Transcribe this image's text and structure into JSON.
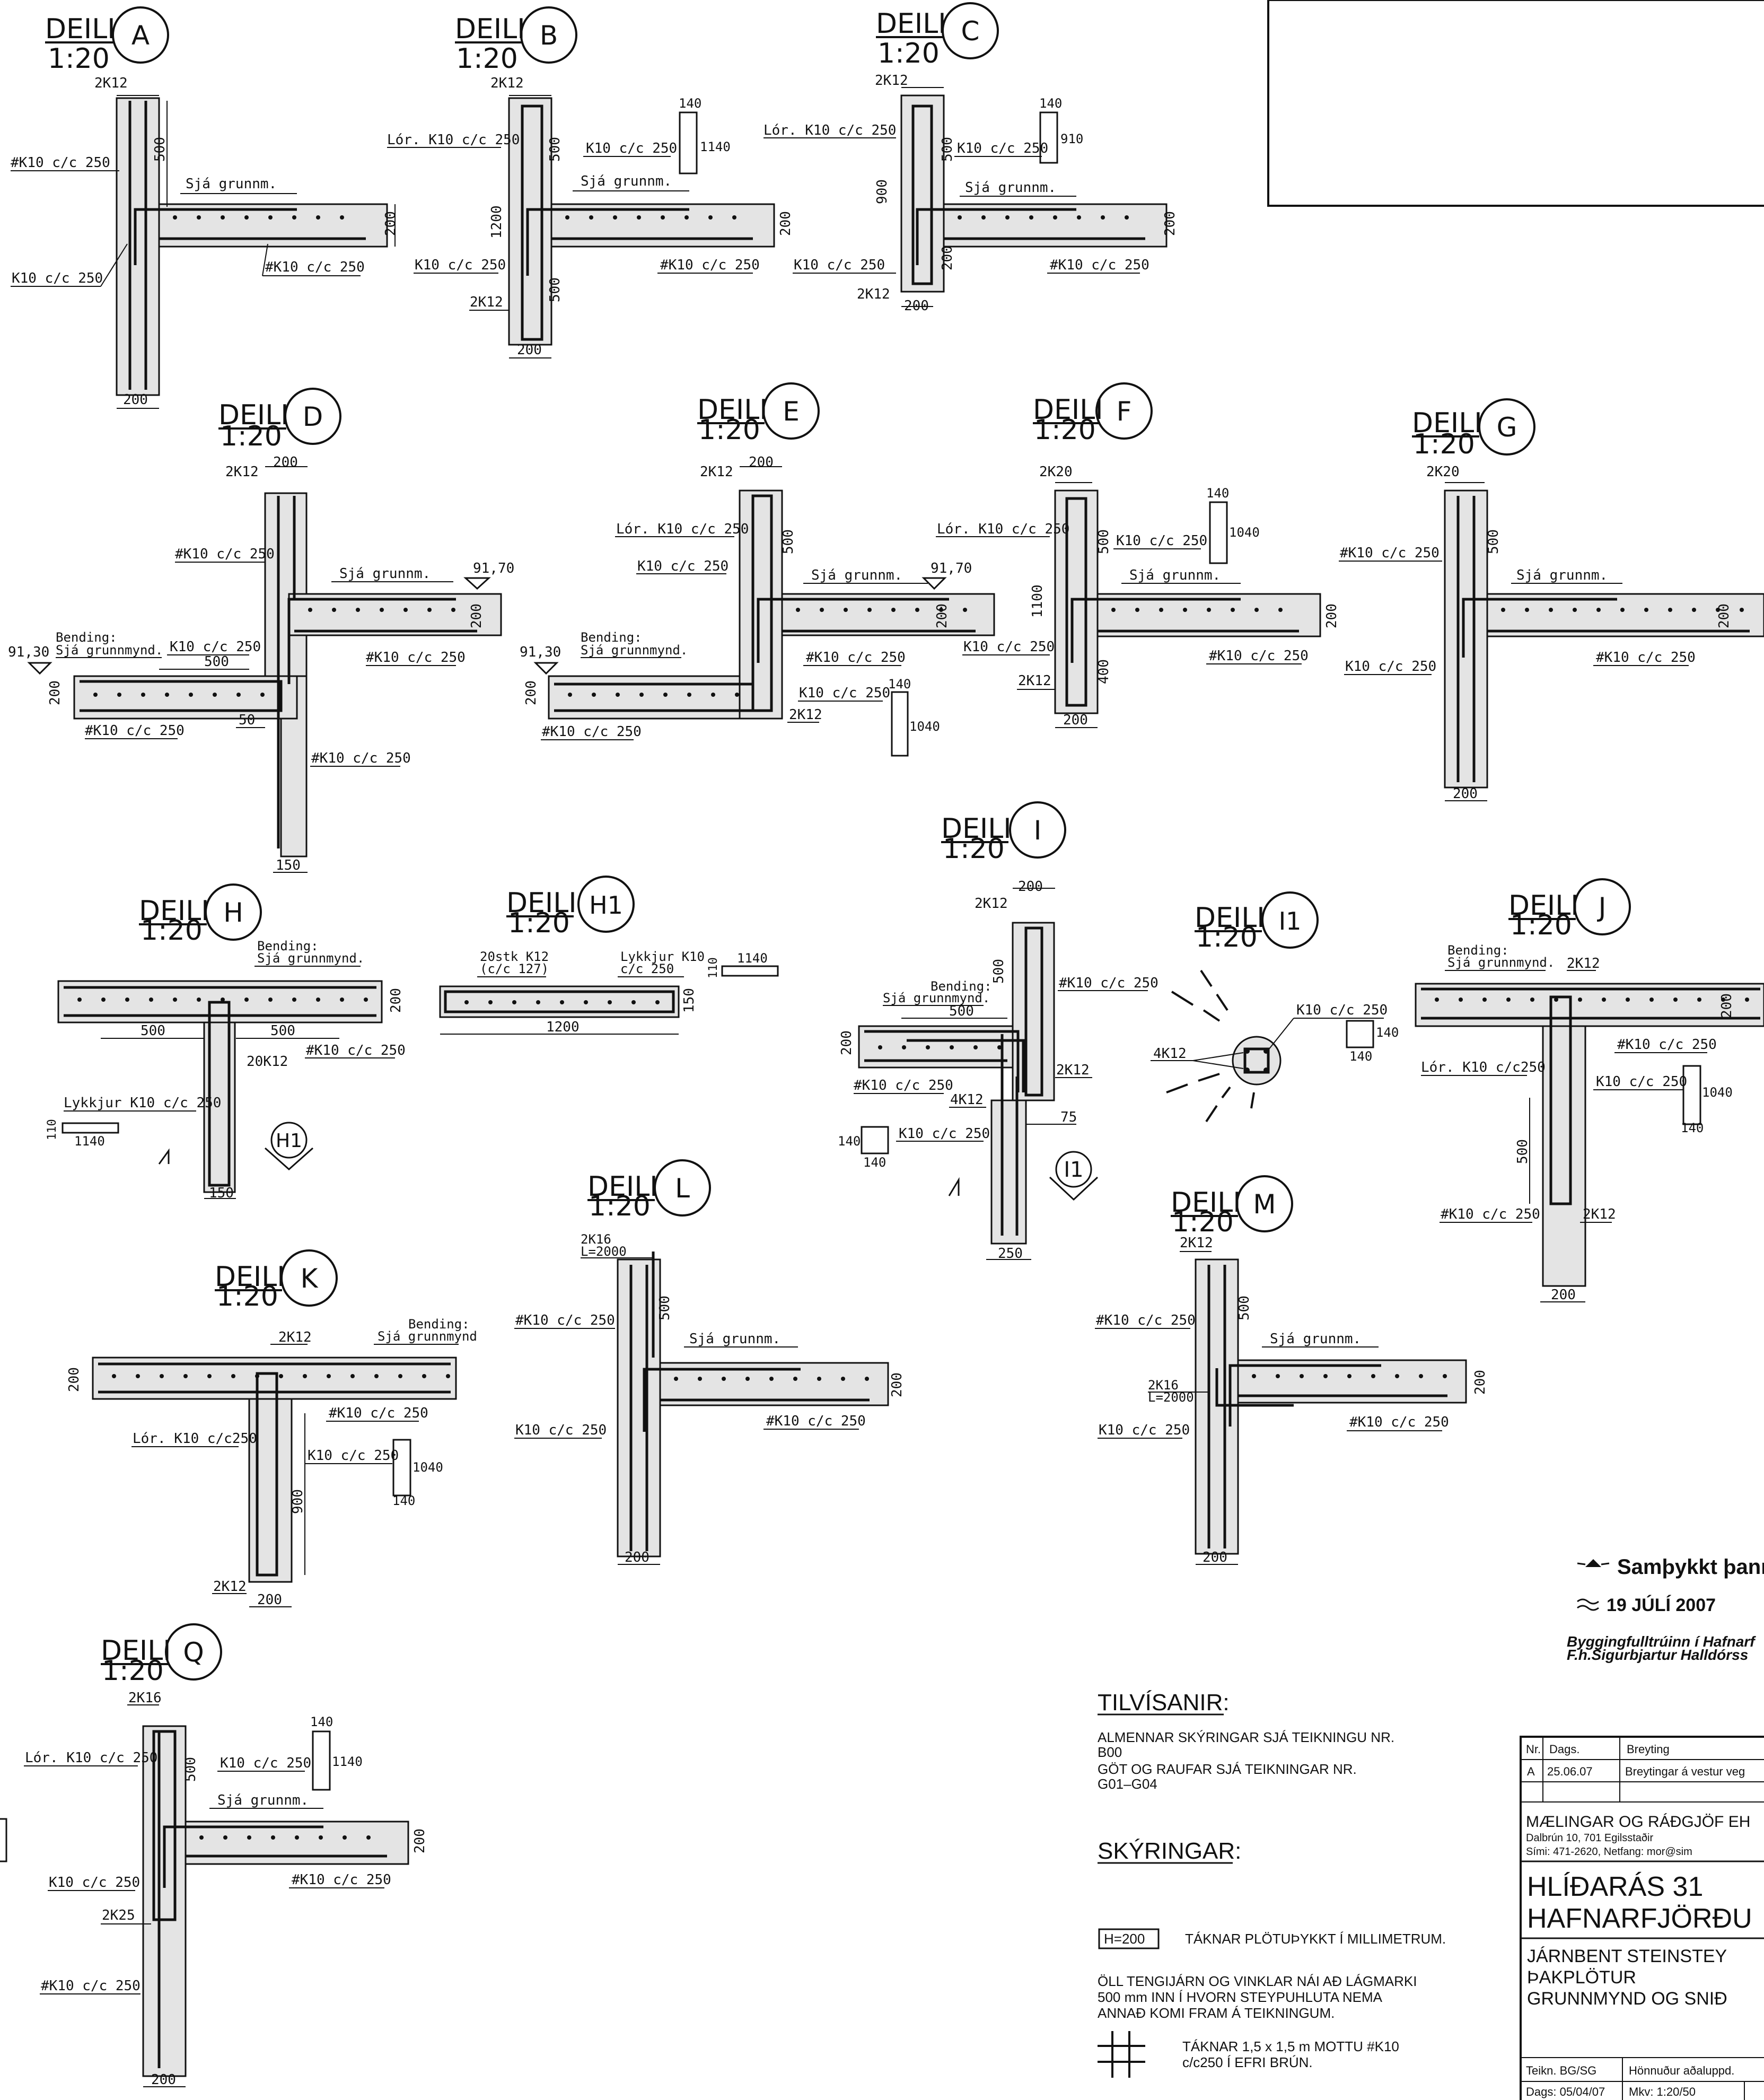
{
  "details": [
    {
      "id": "A",
      "word": "DEILI",
      "scale": "1:20",
      "labels": [
        "2K12",
        "#K10 c/c 250",
        "K10 c/c 250",
        "500",
        "Sjá grunnm.",
        "200",
        "#K10 c/c 250",
        "200"
      ]
    },
    {
      "id": "B",
      "word": "DEILI",
      "scale": "1:20",
      "labels": [
        "2K12",
        "Lór. K10 c/c 250",
        "K10 c/c 250",
        "500",
        "1200",
        "Sjá grunnm.",
        "200",
        "K10 c/c 250",
        "#K10 c/c 250",
        "500",
        "2K12",
        "200",
        "140",
        "1140"
      ]
    },
    {
      "id": "C",
      "word": "DEILI",
      "scale": "1:20",
      "labels": [
        "2K12",
        "Lór. K10 c/c 250",
        "K10 c/c 250",
        "500",
        "900",
        "Sjá grunnm.",
        "200",
        "K10 c/c 250",
        "#K10 c/c 250",
        "2K12",
        "200",
        "200",
        "140",
        "910"
      ]
    },
    {
      "id": "D",
      "word": "DEILI",
      "scale": "1:20",
      "labels": [
        "2K12",
        "200",
        "#K10 c/c 250",
        "Sjá grunnm.",
        "91,70",
        "200",
        "Bending:",
        "Sjá grunnmynd.",
        "K10 c/c 250",
        "500",
        "91,30",
        "200",
        "#K10 c/c 250",
        "#K10 c/c 250",
        "50",
        "#K10 c/c 250",
        "150"
      ]
    },
    {
      "id": "E",
      "word": "DEILI",
      "scale": "1:20",
      "labels": [
        "2K12",
        "200",
        "Lór. K10 c/c 250",
        "K10 c/c 250",
        "500",
        "Sjá grunnm.",
        "91,70",
        "200",
        "Bending:",
        "Sjá grunnmynd.",
        "91,30",
        "200",
        "#K10 c/c 250",
        "K10 c/c 250",
        "#K10 c/c 250",
        "2K12",
        "140",
        "1040"
      ]
    },
    {
      "id": "F",
      "word": "DEILI",
      "scale": "1:20",
      "labels": [
        "2K20",
        "Lór. K10 c/c 250",
        "K10 c/c 250",
        "500",
        "1100",
        "Sjá grunnm.",
        "200",
        "K10 c/c 250",
        "#K10 c/c 250",
        "400",
        "2K12",
        "200",
        "140",
        "1040"
      ]
    },
    {
      "id": "G",
      "word": "DEILI",
      "scale": "1:20",
      "labels": [
        "2K20",
        "#K10 c/c 250",
        "500",
        "Sjá grunnm.",
        "200",
        "K10 c/c 250",
        "#K10 c/c 250",
        "200"
      ]
    },
    {
      "id": "H",
      "word": "DEILI",
      "scale": "1:20",
      "labels": [
        "Bending:",
        "Sjá grunnmynd.",
        "200",
        "500",
        "500",
        "20K12",
        "#K10 c/c 250",
        "Lykkjur K10 c/c 250",
        "110",
        "1140",
        "150",
        "H1"
      ]
    },
    {
      "id": "H1",
      "word": "DEILI",
      "scale": "1:20",
      "labels": [
        "20stk K12",
        "(c/c 127)",
        "Lykkjur K10",
        "c/c 250",
        "1140",
        "110",
        "150",
        "1200"
      ]
    },
    {
      "id": "I",
      "word": "DEILI",
      "scale": "1:20",
      "labels": [
        "2K12",
        "200",
        "500",
        "#K10 c/c 250",
        "Bending:",
        "Sjá grunnmynd.",
        "500",
        "200",
        "2K12",
        "#K10 c/c 250",
        "4K12",
        "75",
        "140",
        "K10 c/c 250",
        "140",
        "250",
        "I1"
      ]
    },
    {
      "id": "I1",
      "word": "DEILI",
      "scale": "1:20",
      "labels": [
        "K10 c/c 250",
        "4K12",
        "140",
        "140"
      ]
    },
    {
      "id": "J",
      "word": "DEILI",
      "scale": "1:20",
      "labels": [
        "Bending:",
        "Sjá grunnmynd.",
        "2K12",
        "200",
        "#K10 c/c 250",
        "Lór. K10 c/c250",
        "K10 c/c 250",
        "1040",
        "140",
        "500",
        "#K10 c/c 250",
        "2K12",
        "200"
      ]
    },
    {
      "id": "K",
      "word": "DEILI",
      "scale": "1:20",
      "labels": [
        "Bending:",
        "Sjá grunnmynd",
        "2K12",
        "200",
        "#K10 c/c 250",
        "Lór. K10 c/c250",
        "K10 c/c 250",
        "1040",
        "140",
        "900",
        "2K12",
        "200"
      ]
    },
    {
      "id": "L",
      "word": "DEILI",
      "scale": "1:20",
      "labels": [
        "2K16",
        "L=2000",
        "#K10 c/c 250",
        "500",
        "Sjá grunnm.",
        "200",
        "K10 c/c 250",
        "#K10 c/c 250",
        "200"
      ]
    },
    {
      "id": "M",
      "word": "DEILI",
      "scale": "1:20",
      "labels": [
        "2K12",
        "#K10 c/c 250",
        "500",
        "Sjá grunnm.",
        "2K16",
        "L=2000",
        "200",
        "K10 c/c 250",
        "#K10 c/c 250",
        "200"
      ]
    },
    {
      "id": "Q",
      "word": "DEILI",
      "scale": "1:20",
      "labels": [
        "2K16",
        "140",
        "Lór. K10 c/c 250",
        "K10 c/c 250",
        "1140",
        "500",
        "Sjá grunnm.",
        "200",
        "K10 c/c 250",
        "#K10 c/c 250",
        "2K25",
        "#K10 c/c 250",
        "200"
      ]
    }
  ],
  "notes": {
    "tilvisanir_heading": "TILVÍSANIR:",
    "tilvisanir_lines": [
      "ALMENNAR SKÝRINGAR SJÁ TEIKNINGU NR.",
      "B00",
      "GÖT OG RAUFAR SJÁ TEIKNINGAR NR.",
      "G01–G04"
    ],
    "skyringar_heading": "SKÝRINGAR:",
    "h_symbol": "H=200",
    "h_text": "TÁKNAR PLÖTUÞYKKT Í MILLIMETRUM.",
    "tengi_lines": [
      "ÖLL TENGIJÁRN OG VINKLAR NÁI AÐ LÁGMARKI",
      "500 mm INN Í HVORN STEYPUHLUTA NEMA",
      "ANNAÐ KOMI FRAM Á TEIKNINGUM."
    ],
    "mesh_lines": [
      "TÁKNAR 1,5 x 1,5 m MOTTU #K10",
      "c/c250 Í EFRI BRÚN."
    ]
  },
  "stamp": {
    "line1": "Samþykkt þann",
    "date": "19 JÚLÍ 2007",
    "line2": "Byggingfulltrúinn í Hafnarf",
    "line3": "F.h.Sigurbjartur Halldórss"
  },
  "title_block": {
    "rev_headers": [
      "Nr.",
      "Dags.",
      "Breyting"
    ],
    "rev_rows": [
      [
        "A",
        "25.06.07",
        "Breytingar á vestur veg"
      ]
    ],
    "company": "MÆLINGAR OG RÁÐGJÖF EH",
    "address": "Dalbrún 10, 701 Egilsstaðir",
    "contact": "Sími: 471-2620,    Netfang: mor@sim",
    "project1": "HLÍÐARÁS 31",
    "project2": "HAFNARFJÖRÐU",
    "drawing1": "JÁRNBENT STEINSTEY",
    "drawing2": "ÞAKPLÖTUR",
    "drawing3": "GRUNNMYND OG SNIÐ",
    "teikn": "Teikn. BG/SG",
    "honnudur": "Hönnuður aðaluppd.",
    "dags": "Dags: 05/04/07",
    "mkv": "Mkv: 1:20/50"
  }
}
